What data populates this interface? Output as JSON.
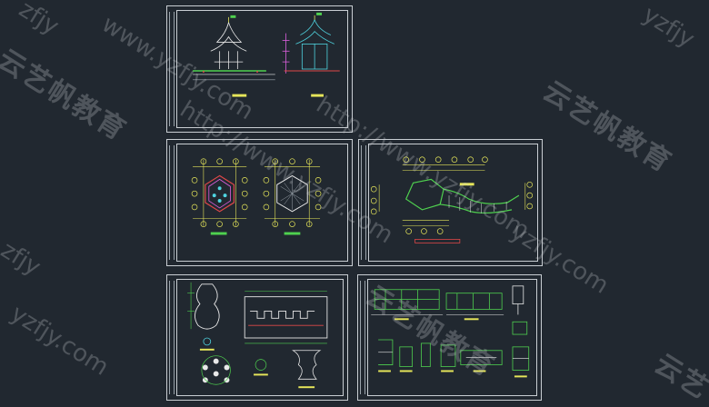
{
  "watermark": {
    "brand_cn": "云艺帆教育",
    "url_long": "http://www.yzfjy.com",
    "url_mid": "www.yzfjy.com",
    "url_short": "yzfjy.com",
    "fragment_left": "zfjy",
    "fragment_tl": "zfjy",
    "fragment_right": "yzfjy",
    "fragment_cn": "云艺"
  },
  "sheets": [
    {
      "id": "sheet-1",
      "content": "pavilion-elevations"
    },
    {
      "id": "sheet-2",
      "content": "hexagon-plans"
    },
    {
      "id": "sheet-3",
      "content": "site-plan-corridor"
    },
    {
      "id": "sheet-4",
      "content": "detail-drawings-a"
    },
    {
      "id": "sheet-5",
      "content": "detail-drawings-b"
    }
  ],
  "colors": {
    "background": "#212830",
    "frame": "#c9ced3",
    "axis": "#e6e65a",
    "dim": "#4fd14f",
    "accent_red": "#e04848",
    "accent_cyan": "#4fd4e0",
    "accent_magenta": "#e060e0"
  }
}
